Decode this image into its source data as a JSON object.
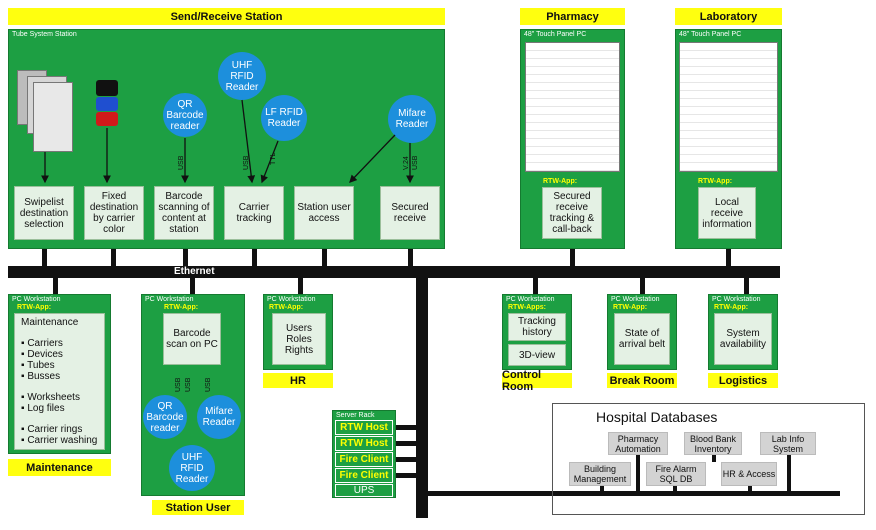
{
  "headers": {
    "send_receive": "Send/Receive Station",
    "pharmacy": "Pharmacy",
    "laboratory": "Laboratory",
    "maintenance": "Maintenance",
    "station_user": "Station User",
    "hr": "HR",
    "control_room": "Control Room",
    "break_room": "Break Room",
    "logistics": "Logistics"
  },
  "panels": {
    "tube_system_station": "Tube System Station",
    "touch_panel_pc": "48\" Touch Panel PC",
    "pc_workstation": "PC Workstation",
    "server_rack": "Server Rack",
    "rtw_app": "RTW-App:",
    "rtw_apps": "RTW-Apps:"
  },
  "station_functions": [
    "Swipelist destination selection",
    "Fixed destination by carrier color",
    "Barcode scanning of content at station",
    "Carrier tracking",
    "Station user access",
    "Secured receive"
  ],
  "readers": {
    "qr": "QR Barcode reader",
    "uhf": "UHF RFID Reader",
    "lf": "LF RFID Reader",
    "mifare": "Mifare Reader"
  },
  "interfaces": {
    "usb": "USB",
    "ttl": "TTL",
    "v24": "V.24"
  },
  "pharmacy_function": "Secured receive tracking & call-back",
  "lab_function": "Local receive information",
  "ethernet": "Ethernet",
  "maintenance": {
    "title": "Maintenance",
    "items1": [
      "Carriers",
      "Devices",
      "Tubes",
      "Busses"
    ],
    "items2": [
      "Worksheets",
      "Log files"
    ],
    "items3": [
      "Carrier rings",
      "Carrier washing"
    ]
  },
  "station_user_fn": "Barcode scan on PC",
  "hr_fn": "Users Roles Rights",
  "control_room_fns": [
    "Tracking history",
    "3D-view"
  ],
  "break_room_fn": "State of arrival belt",
  "logistics_fn": "System availability",
  "server_rack": [
    "RTW Host",
    "RTW Host",
    "Fire Client",
    "Fire Client",
    "UPS"
  ],
  "hospital_db": {
    "title": "Hospital Databases",
    "items": [
      "Pharmacy Automation",
      "Blood Bank Inventory",
      "Lab Info System",
      "Building Management",
      "Fire Alarm SQL DB",
      "HR & Access"
    ]
  },
  "colors": {
    "green": "#1d9f43",
    "yellow": "#ffff0f",
    "blue": "#1d8fdc",
    "lightgreen": "#e4f1e4"
  }
}
